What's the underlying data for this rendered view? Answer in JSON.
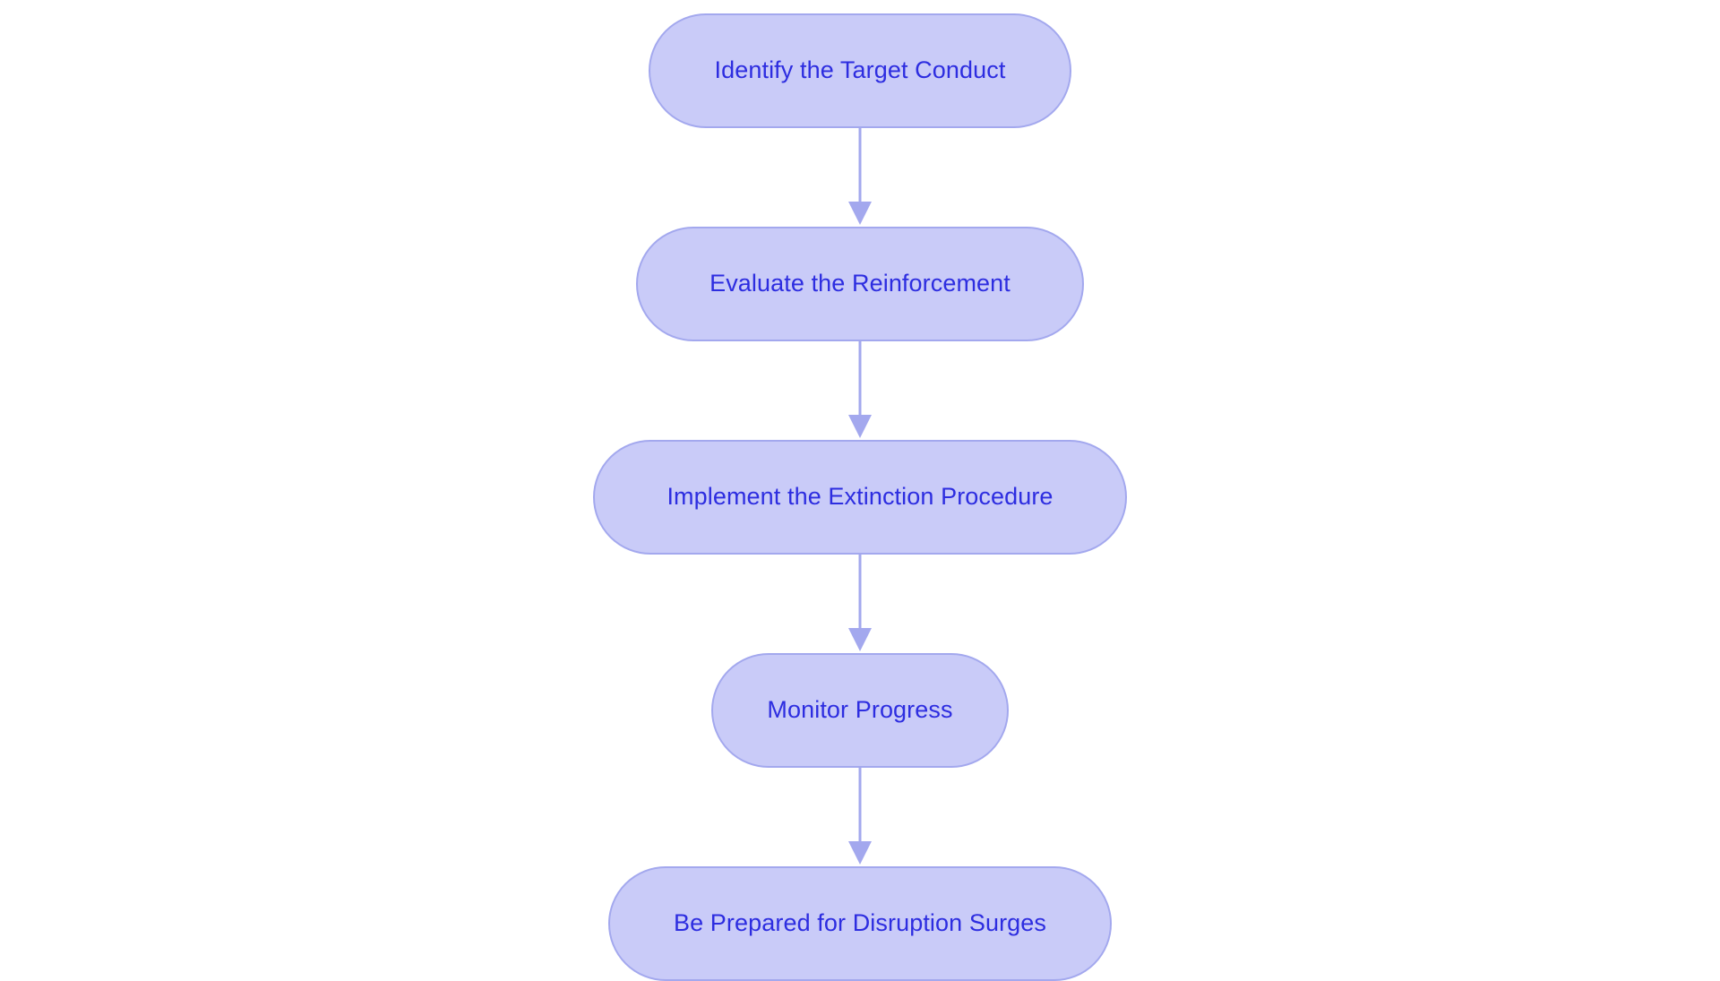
{
  "diagram": {
    "type": "flowchart",
    "orientation": "top-to-bottom",
    "background_color": "#ffffff",
    "node_fill_color": "#c9cbf8",
    "node_border_color": "#a3a8ee",
    "node_text_color": "#2d2de0",
    "connector_color": "#a3a8ee",
    "node_shape": "stadium",
    "node_count": 5,
    "connector_count": 4,
    "nodes": [
      {
        "id": "n1",
        "label": "Identify the Target Conduct"
      },
      {
        "id": "n2",
        "label": "Evaluate the Reinforcement"
      },
      {
        "id": "n3",
        "label": "Implement the Extinction Procedure"
      },
      {
        "id": "n4",
        "label": "Monitor Progress"
      },
      {
        "id": "n5",
        "label": "Be Prepared for Disruption Surges"
      }
    ],
    "connectors": [
      {
        "id": "c1",
        "from": "n1",
        "to": "n2",
        "arrow": "down-arrow"
      },
      {
        "id": "c2",
        "from": "n2",
        "to": "n3",
        "arrow": "down-arrow"
      },
      {
        "id": "c3",
        "from": "n3",
        "to": "n4",
        "arrow": "down-arrow"
      },
      {
        "id": "c4",
        "from": "n4",
        "to": "n5",
        "arrow": "down-arrow"
      }
    ]
  }
}
